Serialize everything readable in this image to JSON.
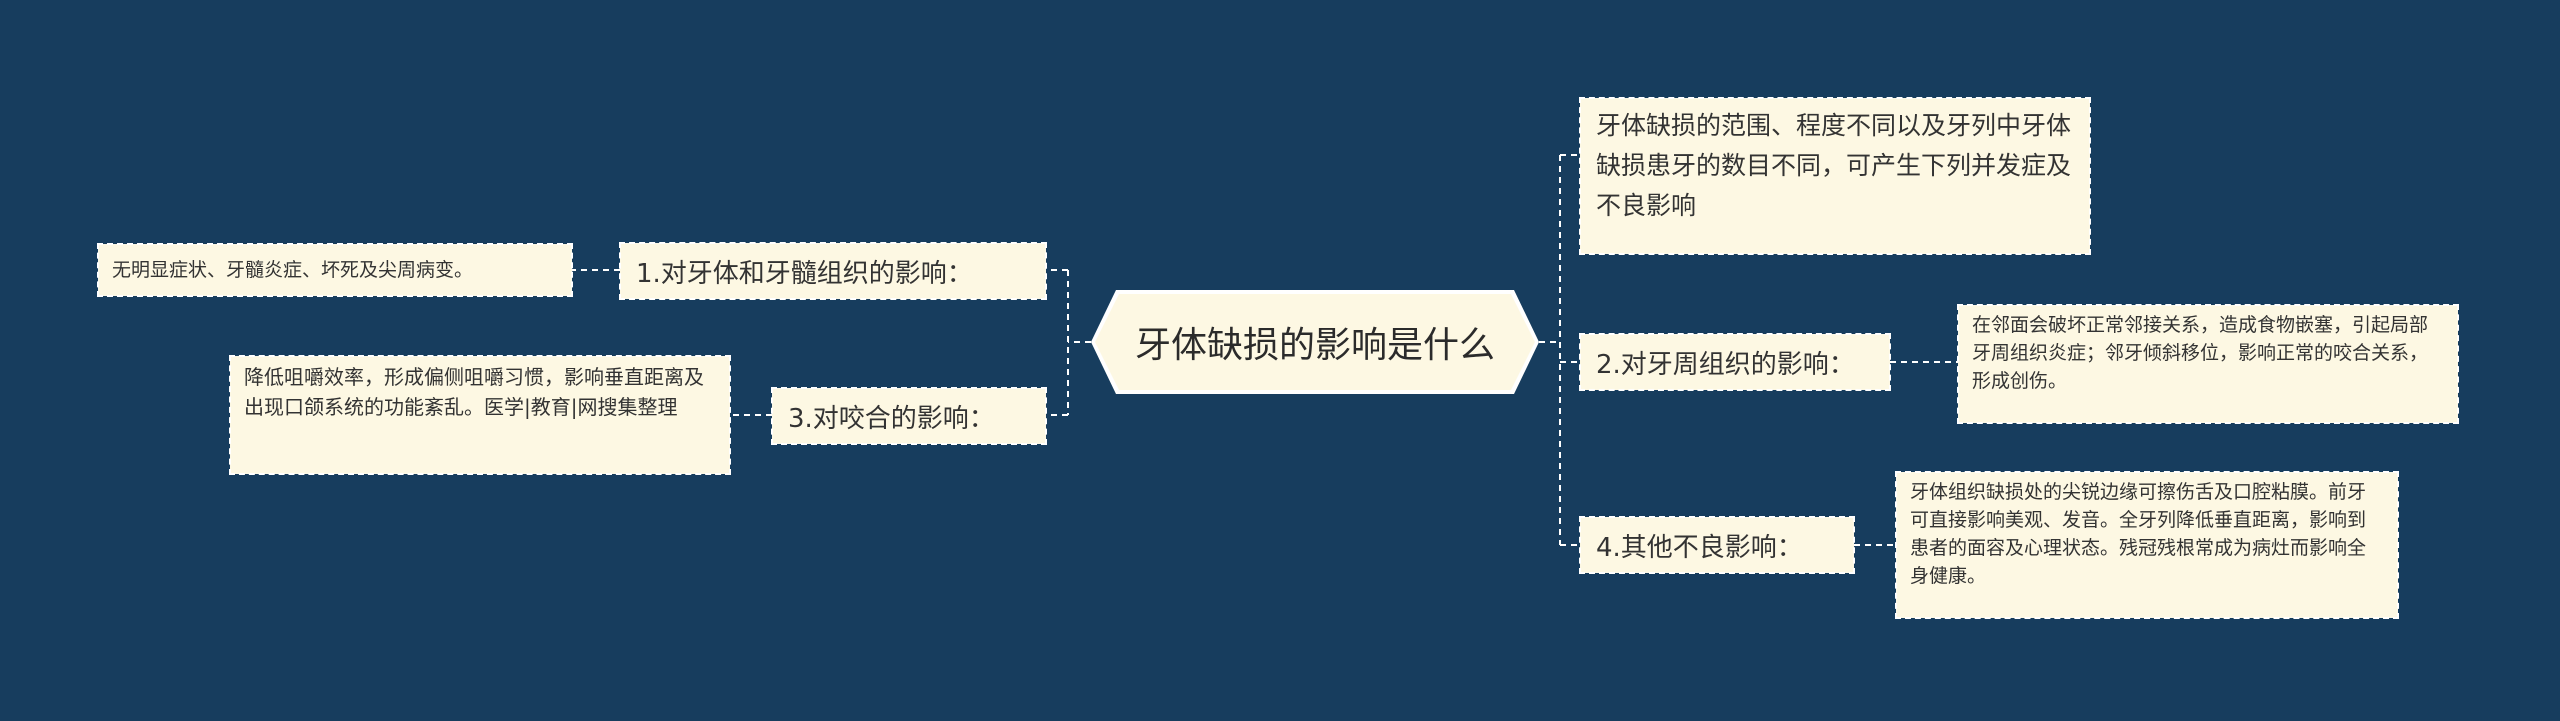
{
  "root": {
    "label": "牙体缺损的影响是什么"
  },
  "intro": {
    "text": "牙体缺损的范围、程度不同以及牙列中牙体缺损患牙的数目不同，可产生下列并发症及不良影响"
  },
  "branches": [
    {
      "label": "1.对牙体和牙髓组织的影响：",
      "detail": "无明显症状、牙髓炎症、坏死及尖周病变。"
    },
    {
      "label": "3.对咬合的影响：",
      "detail": "降低咀嚼效率，形成偏侧咀嚼习惯，影响垂直距离及出现口颌系统的功能紊乱。医学|教育|网搜集整理"
    },
    {
      "label": "2.对牙周组织的影响：",
      "detail": "在邻面会破坏正常邻接关系，造成食物嵌塞，引起局部牙周组织炎症；邻牙倾斜移位，影响正常的咬合关系，形成创伤。"
    },
    {
      "label": "4.其他不良影响：",
      "detail": "牙体组织缺损处的尖锐边缘可擦伤舌及口腔粘膜。前牙可直接影响美观、发音。全牙列降低垂直距离，影响到患者的面容及心理状态。残冠残根常成为病灶而影响全身健康。"
    }
  ]
}
